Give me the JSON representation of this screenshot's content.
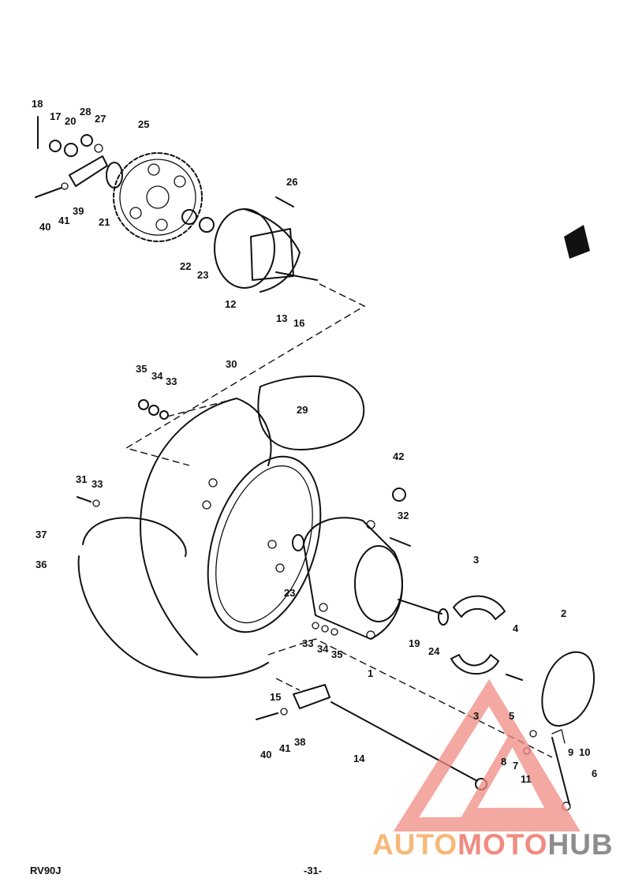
{
  "header": {
    "title_fragment": "REAR WHEEL"
  },
  "footer": {
    "model": "RV90J",
    "page_number": "-31-"
  },
  "watermark": {
    "part1": "AUTO",
    "part2": "MOTO",
    "part3": "HUB",
    "colors": [
      "#f6b97a",
      "#f08b82",
      "#8d8d8d"
    ]
  },
  "callouts": [
    {
      "id": "c18a",
      "text": "18"
    },
    {
      "id": "c17",
      "text": "17"
    },
    {
      "id": "c20",
      "text": "20"
    },
    {
      "id": "c28",
      "text": "28"
    },
    {
      "id": "c27",
      "text": "27"
    },
    {
      "id": "c25",
      "text": "25"
    },
    {
      "id": "c26",
      "text": "26"
    },
    {
      "id": "c40a",
      "text": "40"
    },
    {
      "id": "c41a",
      "text": "41"
    },
    {
      "id": "c39",
      "text": "39"
    },
    {
      "id": "c21",
      "text": "21"
    },
    {
      "id": "c22",
      "text": "22"
    },
    {
      "id": "c23a",
      "text": "23"
    },
    {
      "id": "c12",
      "text": "12"
    },
    {
      "id": "c13",
      "text": "13"
    },
    {
      "id": "c16",
      "text": "16"
    },
    {
      "id": "c30",
      "text": "30"
    },
    {
      "id": "c35a",
      "text": "35"
    },
    {
      "id": "c34a",
      "text": "34"
    },
    {
      "id": "c33a",
      "text": "33"
    },
    {
      "id": "c29",
      "text": "29"
    },
    {
      "id": "c42",
      "text": "42"
    },
    {
      "id": "c31",
      "text": "31"
    },
    {
      "id": "c33b",
      "text": "33"
    },
    {
      "id": "c32",
      "text": "32"
    },
    {
      "id": "c37",
      "text": "37"
    },
    {
      "id": "c36",
      "text": "36"
    },
    {
      "id": "c23b",
      "text": "23"
    },
    {
      "id": "c3a",
      "text": "3"
    },
    {
      "id": "c2",
      "text": "2"
    },
    {
      "id": "c4",
      "text": "4"
    },
    {
      "id": "c19",
      "text": "19"
    },
    {
      "id": "c24",
      "text": "24"
    },
    {
      "id": "c33c",
      "text": "33"
    },
    {
      "id": "c34b",
      "text": "34"
    },
    {
      "id": "c35b",
      "text": "35"
    },
    {
      "id": "c1",
      "text": "1"
    },
    {
      "id": "c15",
      "text": "15"
    },
    {
      "id": "c3b",
      "text": "3"
    },
    {
      "id": "c5",
      "text": "5"
    },
    {
      "id": "c40b",
      "text": "40"
    },
    {
      "id": "c41b",
      "text": "41"
    },
    {
      "id": "c38",
      "text": "38"
    },
    {
      "id": "c14",
      "text": "14"
    },
    {
      "id": "c8",
      "text": "8"
    },
    {
      "id": "c7",
      "text": "7"
    },
    {
      "id": "c9",
      "text": "9"
    },
    {
      "id": "c10",
      "text": "10"
    },
    {
      "id": "c11",
      "text": "11"
    },
    {
      "id": "c6",
      "text": "6"
    }
  ]
}
